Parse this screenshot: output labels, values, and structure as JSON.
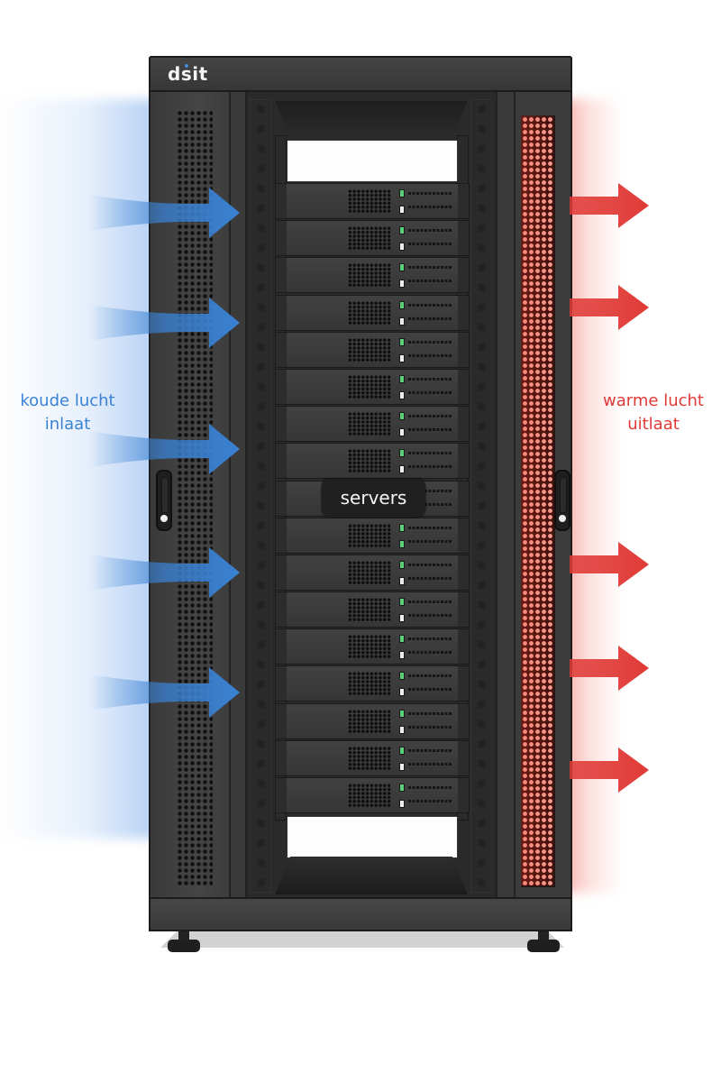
{
  "brand": {
    "logo_text": "dsit"
  },
  "labels": {
    "cold_air": [
      "koude lucht",
      "inlaat"
    ],
    "hot_air": [
      "warme lucht",
      "uitlaat"
    ],
    "servers": "servers"
  },
  "colors": {
    "cold_air": "#3a82d4",
    "hot_air": "#e03a36",
    "cabinet": "#3d3d3d",
    "led_status": "#5bd07a"
  },
  "rack": {
    "server_count": 17,
    "servers": [
      {
        "led2": "white"
      },
      {
        "led2": "white"
      },
      {
        "led2": "white"
      },
      {
        "led2": "white"
      },
      {
        "led2": "white"
      },
      {
        "led2": "white"
      },
      {
        "led2": "white"
      },
      {
        "led2": "white"
      },
      {
        "led2": "white"
      },
      {
        "led2": "green"
      },
      {
        "led2": "white"
      },
      {
        "led2": "white"
      },
      {
        "led2": "white"
      },
      {
        "led2": "white"
      },
      {
        "led2": "white"
      },
      {
        "led2": "white"
      },
      {
        "led2": "white"
      }
    ]
  },
  "airflow": {
    "inlet_arrows": 5,
    "outlet_arrows": 5
  }
}
